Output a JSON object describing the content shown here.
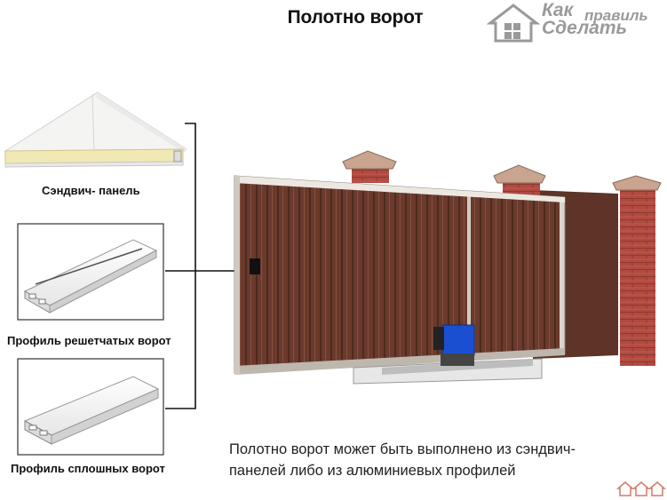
{
  "title": "Полотно ворот",
  "logo": {
    "line1": "Как",
    "line2": "правиль",
    "line3": "Сделать"
  },
  "labels": {
    "sandwich": "Сэндвич- панель",
    "lattice": "Профиль решетчатых ворот",
    "solid": "Профиль сплошных ворот"
  },
  "caption": {
    "line1": "Полотно ворот может быть выполнено из сэндвич-",
    "line2": "панелей либо из алюминиевых профилей"
  },
  "colors": {
    "gate_panel": "#6b3d2e",
    "brick": "#b0463c",
    "frame": "#c8c2b8",
    "motor": "#1a4fd1",
    "logo": "#9a9a9a"
  }
}
